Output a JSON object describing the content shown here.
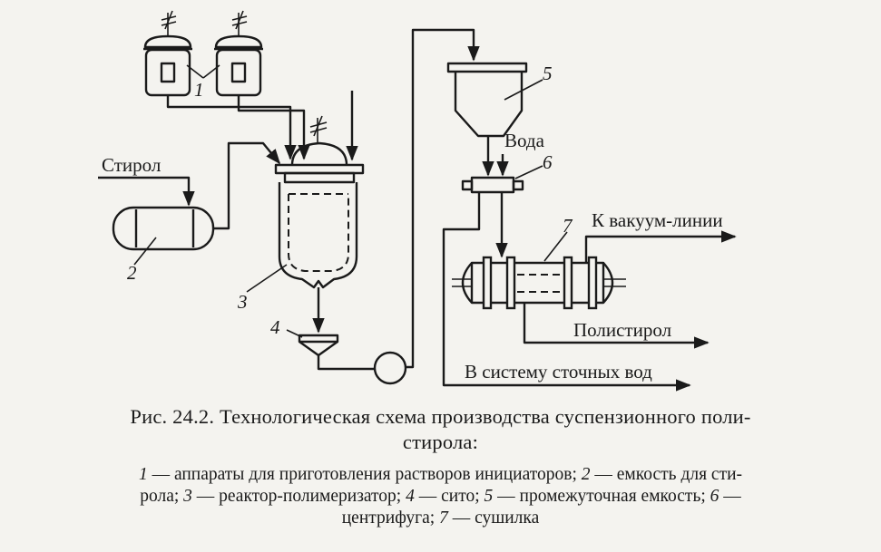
{
  "diagram": {
    "labels": {
      "styrene": "Стирол",
      "water": "Вода",
      "to_vacuum": "К вакуум-линии",
      "polystyrene": "Полистирол",
      "to_sewage": "В систему сточных вод"
    },
    "numbers": {
      "n1": "1",
      "n2": "2",
      "n3": "3",
      "n4": "4",
      "n5": "5",
      "n6": "6",
      "n7": "7"
    }
  },
  "caption": {
    "line1": "Рис. 24.2. Технологическая схема производства суспензионного поли-",
    "line2": "стирола:"
  },
  "legend": {
    "l1": {
      "n1": "1",
      "t1": " — аппараты для приготовления растворов инициаторов; ",
      "n2": "2",
      "t2": " — емкость для сти-"
    },
    "l2": {
      "t0": "рола; ",
      "n3": "3",
      "t3": " — реактор-полимеризатор; ",
      "n4": "4",
      "t4": " — сито; ",
      "n5": "5",
      "t5": " — промежуточная емкость; ",
      "n6": "6",
      "t6": " —"
    },
    "l3": {
      "t0": "центрифуга; ",
      "n7": "7",
      "t7": " — сушилка"
    }
  }
}
